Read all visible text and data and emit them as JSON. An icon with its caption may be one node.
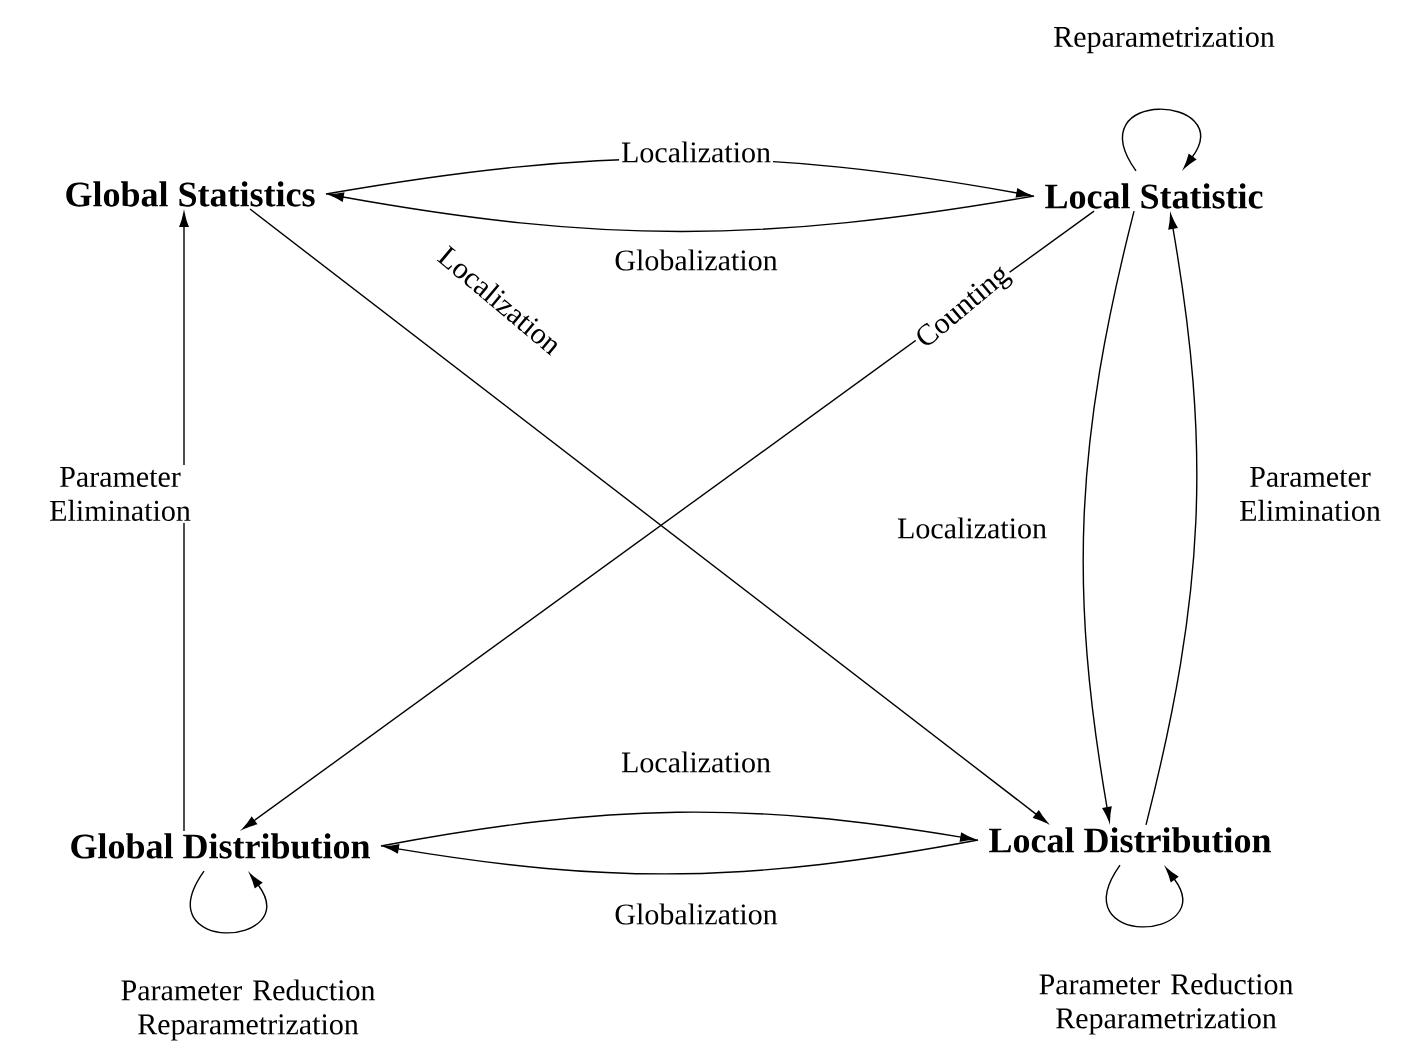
{
  "diagram": {
    "nodes": [
      {
        "text": [
          "Global Statistics"
        ]
      },
      {
        "text": [
          "Local Statistic"
        ]
      },
      {
        "text": [
          "Global Distribution"
        ]
      },
      {
        "text": [
          "Local Distribution"
        ]
      }
    ],
    "edges": [
      {
        "from": 0,
        "to": 1,
        "arrow": "to",
        "label": "Localization"
      },
      {
        "from": 1,
        "to": 0,
        "arrow": "to",
        "label": "Globalization"
      },
      {
        "from": 0,
        "to": 3,
        "arrow": "to",
        "label": "Localization"
      },
      {
        "from": 1,
        "to": 2,
        "arrow": "to",
        "label": "Counting"
      },
      {
        "from": 2,
        "to": 0,
        "arrow": "to",
        "label": "Parameter Elimination"
      },
      {
        "from": 1,
        "to": 3,
        "arrow": "to",
        "label": "Localization"
      },
      {
        "from": 3,
        "to": 1,
        "arrow": "to",
        "label": "Parameter Elimination"
      },
      {
        "from": 2,
        "to": 3,
        "arrow": "to",
        "label": "Localization"
      },
      {
        "from": 3,
        "to": 2,
        "arrow": "to",
        "label": "Globalization"
      },
      {
        "from": 1,
        "to": 1,
        "arrow": "to",
        "label": "Reparametrization"
      },
      {
        "from": 2,
        "to": 2,
        "arrow": "to",
        "label": "Parameter Reduction Reparametrization"
      },
      {
        "from": 3,
        "to": 3,
        "arrow": "to",
        "label": "Parameter Reduction Reparametrization"
      }
    ]
  }
}
